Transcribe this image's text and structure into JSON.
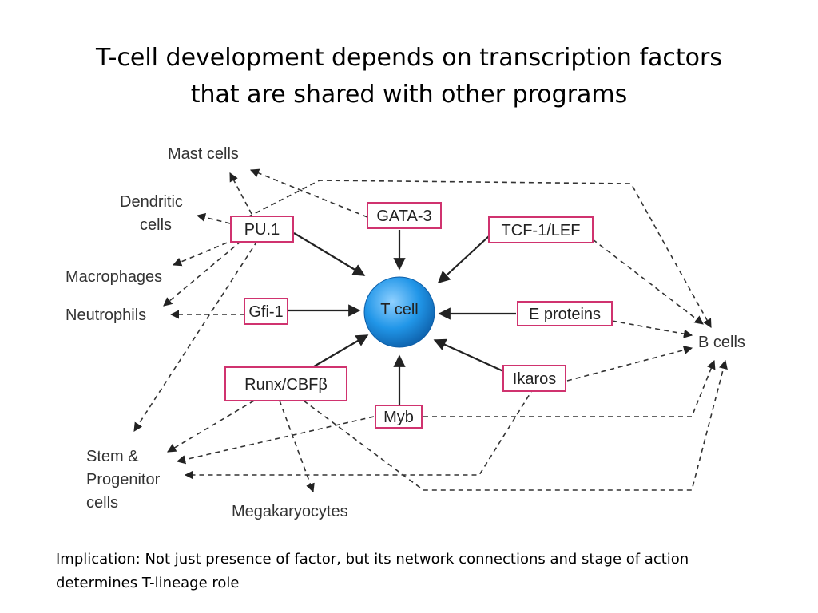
{
  "title": {
    "line1": "T-cell development depends on transcription factors",
    "line2": "that are shared with other programs"
  },
  "diagram": {
    "center": "T cell",
    "factors": {
      "pu1": "PU.1",
      "gata3": "GATA-3",
      "tcf1lef": "TCF-1/LEF",
      "gfi1": "Gfi-1",
      "eproteins": "E proteins",
      "runx": "Runx/CBFβ",
      "ikaros": "Ikaros",
      "myb": "Myb"
    },
    "targets": {
      "mast": "Mast cells",
      "dendritic1": "Dendritic",
      "dendritic2": "cells",
      "macrophages": "Macrophages",
      "neutrophils": "Neutrophils",
      "bcells": "B cells",
      "stem1": "Stem &",
      "stem2": "Progenitor",
      "stem3": "cells",
      "megakaryocytes": "Megakaryocytes"
    },
    "colors": {
      "box_border": "#d0336f",
      "cell_fill": "#2196e8"
    }
  },
  "footnote": {
    "line1": "Implication:  Not just presence of factor, but its network connections and stage of action",
    "line2": "determines T-lineage role"
  }
}
